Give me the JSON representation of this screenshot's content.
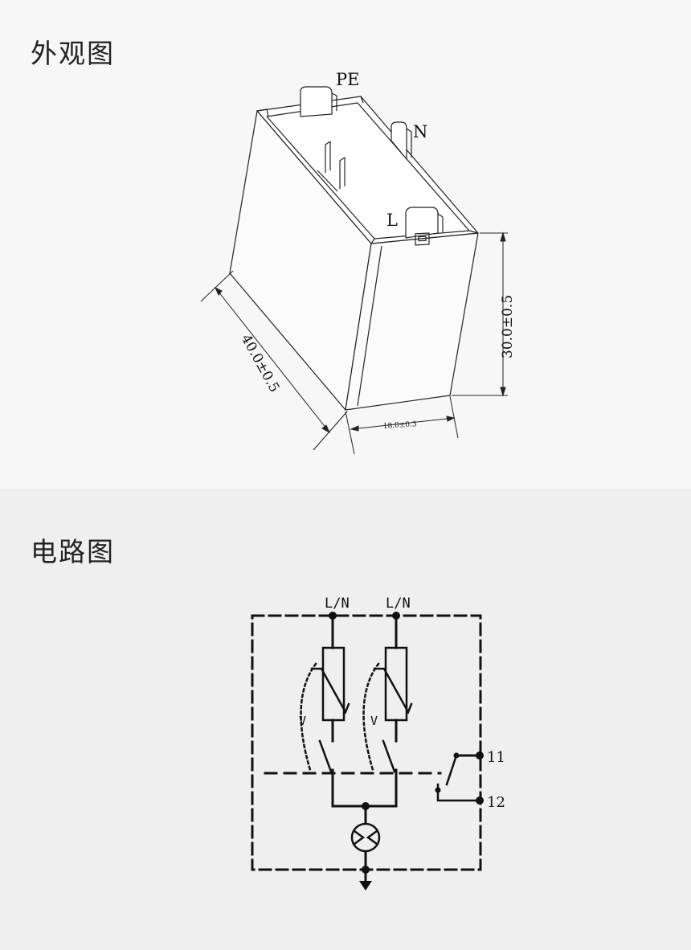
{
  "sections": {
    "appearance": {
      "title": "外观图"
    },
    "circuit": {
      "title": "电路图"
    }
  },
  "appearance": {
    "terminal_labels": {
      "pe": "PE",
      "n": "N",
      "l": "L"
    },
    "dimensions": {
      "length": "40.0±0.5",
      "height": "30.0±0.5",
      "width": "18.0±0.3"
    }
  },
  "circuit": {
    "top_labels": [
      "L/N",
      "L/N"
    ],
    "varistor_labels": [
      "V",
      "V"
    ],
    "contact_labels": [
      "11",
      "12"
    ]
  },
  "colors": {
    "line": "#111111",
    "bg_top": "#f7f7f7",
    "bg_bottom": "#efefef"
  }
}
